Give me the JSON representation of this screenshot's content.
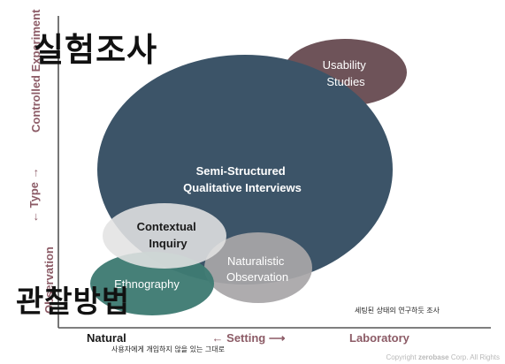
{
  "overlay": {
    "top_label": "실험조사",
    "bottom_label": "관찰방법"
  },
  "axes": {
    "y_top": "Controlled Experiment",
    "y_middle": "Type",
    "y_bottom": "Observation",
    "x_left": "Natural",
    "x_middle": "Setting",
    "x_right": "Laboratory"
  },
  "bubbles": {
    "usability": [
      "Usability",
      "Studies"
    ],
    "semi_structured": [
      "Semi-Structured",
      "Qualitative Interviews"
    ],
    "contextual": [
      "Contextual",
      "Inquiry"
    ],
    "naturalistic": [
      "Naturalistic",
      "Observation"
    ],
    "ethnography": "Ethnography"
  },
  "notes": {
    "right": "세팅된 상태의 연구하듯 조사",
    "bottom": "사용자에게 개입하지 않을 있는 그대로"
  },
  "copyright": {
    "prefix": "Copyright",
    "brand": "zerobase",
    "suffix": "Corp. All Rights"
  },
  "colors": {
    "navy": "#3c5468",
    "plum": "#6e5359",
    "teal": "#3e7b73",
    "grey": "#a8a6a8",
    "light": "#dedede",
    "axis_text": "#8c5b66",
    "axis_line": "#555555"
  }
}
